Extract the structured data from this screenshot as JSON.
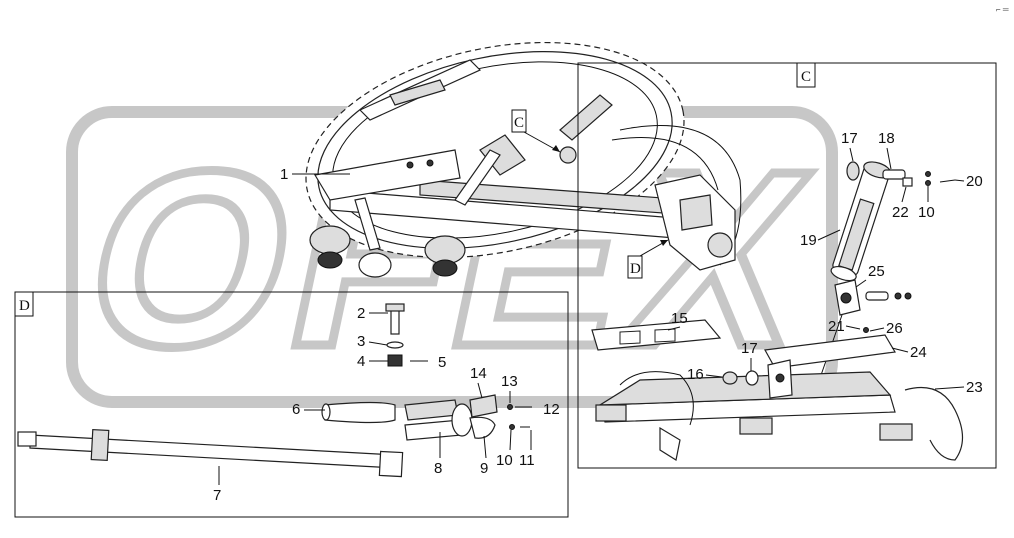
{
  "corner_mark": "⌐ ═",
  "watermark": "OFEX",
  "views": {
    "C": "C",
    "D": "D"
  },
  "callouts": {
    "p1": "1",
    "p2": "2",
    "p3": "3",
    "p4": "4",
    "p5": "5",
    "p6": "6",
    "p7": "7",
    "p8": "8",
    "p9": "9",
    "p10a": "10",
    "p11": "11",
    "p12": "12",
    "p13": "13",
    "p14": "14",
    "p15": "15",
    "p16": "16",
    "p17a": "17",
    "p17b": "17",
    "p18": "18",
    "p19": "19",
    "p20": "20",
    "p21": "21",
    "p22": "22",
    "p10b": "10",
    "p23": "23",
    "p24": "24",
    "p25": "25",
    "p26": "26"
  }
}
